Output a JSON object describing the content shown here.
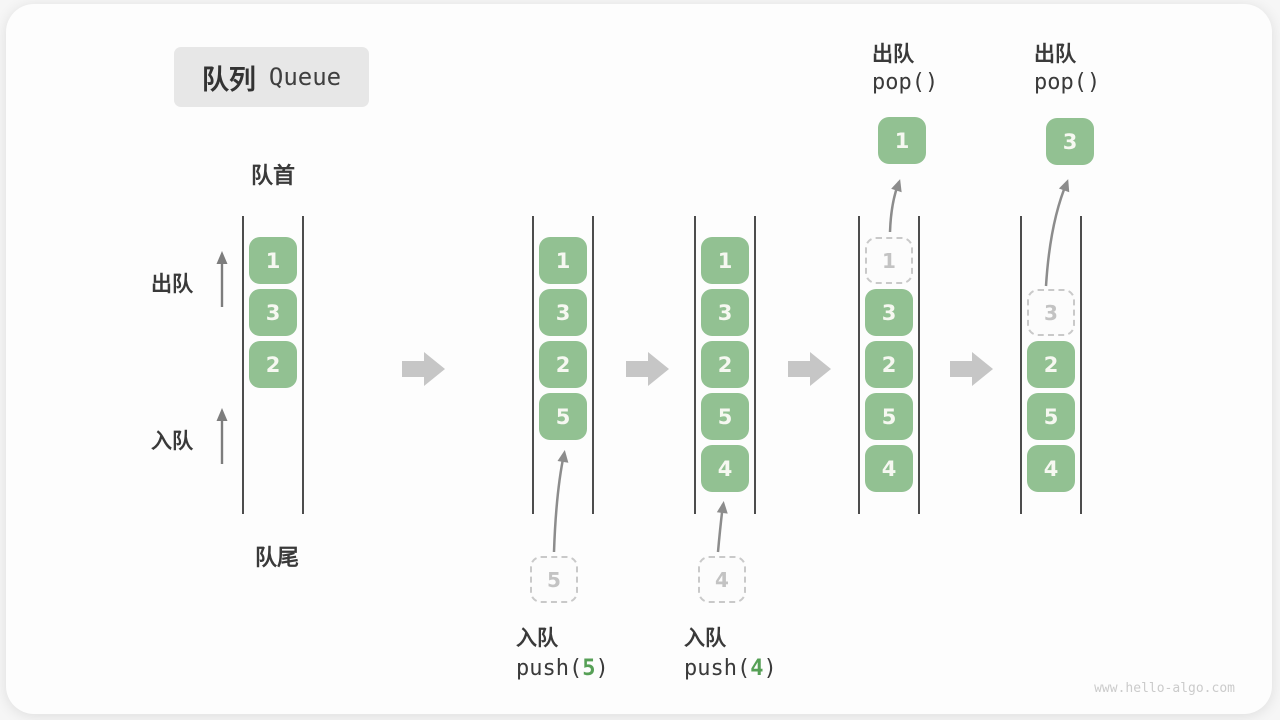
{
  "title": {
    "zh": "队列",
    "en": "Queue"
  },
  "side_labels": {
    "head": "队首",
    "tail": "队尾",
    "dequeue": "出队",
    "enqueue": "入队"
  },
  "stages": [
    {
      "cells": [
        "1",
        "3",
        "2"
      ]
    },
    {
      "cells": [
        "1",
        "3",
        "2",
        "5"
      ],
      "incoming": "5",
      "label_zh": "入队",
      "code_fn": "push(",
      "code_arg": "5",
      "code_close": ")"
    },
    {
      "cells": [
        "1",
        "3",
        "2",
        "5",
        "4"
      ],
      "incoming": "4",
      "label_zh": "入队",
      "code_fn": "push(",
      "code_arg": "4",
      "code_close": ")"
    },
    {
      "ghost": "1",
      "cells": [
        "3",
        "2",
        "5",
        "4"
      ],
      "popped": "1",
      "label_zh": "出队",
      "code": "pop()"
    },
    {
      "ghost": "3",
      "cells": [
        "2",
        "5",
        "4"
      ],
      "popped": "3",
      "label_zh": "出队",
      "code": "pop()"
    }
  ],
  "watermark": "www.hello-algo.com",
  "colors": {
    "cell_green": "#92c192",
    "cell_text": "#f6f8f1",
    "code_green": "#56a056",
    "channel_line": "#4d4d4d",
    "block_arrow": "#c6c6c6",
    "thin_arrow": "#8c8c8c",
    "ghost_border": "#c9c9c9",
    "ghost_text": "#c3c3c3",
    "title_bg": "#e7e7e7",
    "label_text": "#3a3a3a",
    "watermark_text": "#cbcbcb"
  }
}
